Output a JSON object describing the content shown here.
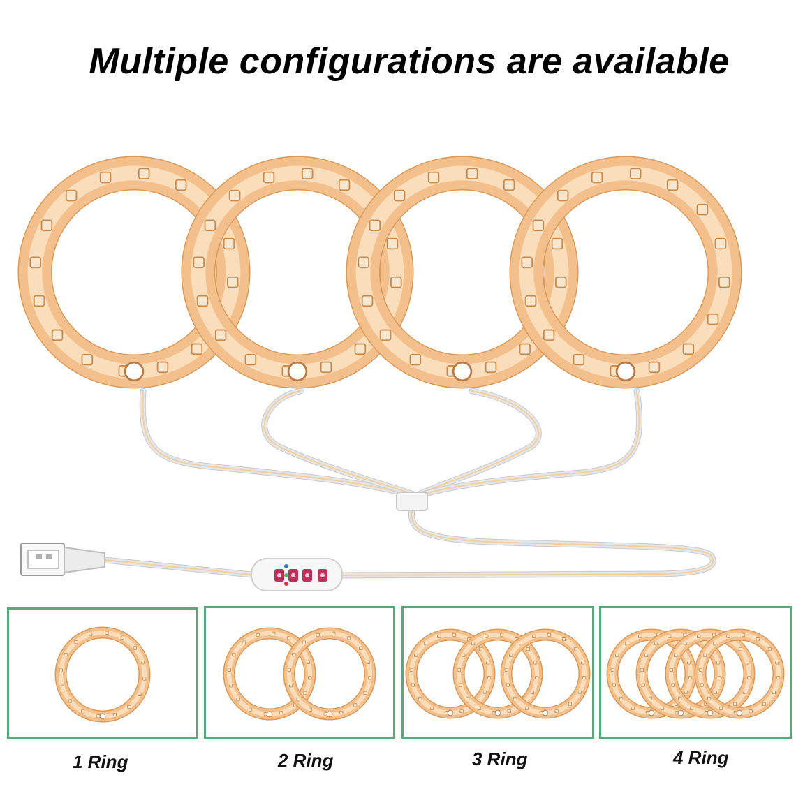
{
  "headline": "Multiple configurations are available",
  "colors": {
    "ring": "#f3c08c",
    "ring_edge": "#d99a5c",
    "led": "#f8e6cc",
    "cable": "#e6e6e6",
    "cable_core": "#f2cfa0",
    "panel_border": "#5aa87a",
    "button": "#c0305a",
    "indicator_blue": "#3a6fe0",
    "indicator_green": "#3cc060",
    "indicator_red": "#e03040"
  },
  "controller": {
    "buttons": [
      "power-icon",
      "timer-icon",
      "mode-icon",
      "dim-icon"
    ]
  },
  "configurations": [
    {
      "label": "1 Ring",
      "rings": 1
    },
    {
      "label": "2 Ring",
      "rings": 2
    },
    {
      "label": "3 Ring",
      "rings": 3
    },
    {
      "label": "4 Ring",
      "rings": 4
    }
  ]
}
